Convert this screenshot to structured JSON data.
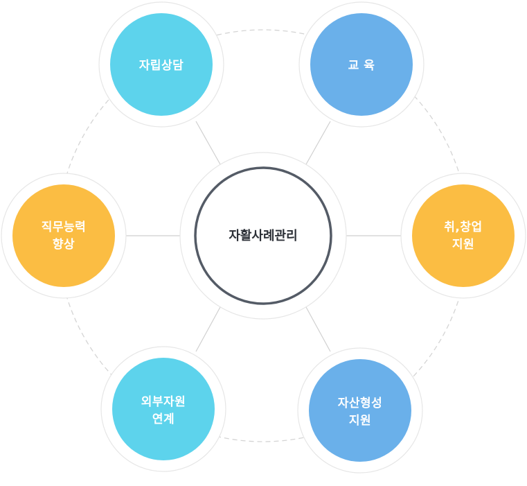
{
  "center": {
    "label": "자활사례관리"
  },
  "nodes": [
    {
      "key": "counsel",
      "lines": [
        "자립상담"
      ],
      "color": "#5dd3ec"
    },
    {
      "key": "education",
      "lines": [
        "교 육"
      ],
      "color": "#6ab0ea"
    },
    {
      "key": "employment",
      "lines": [
        "취,창업",
        "지원"
      ],
      "color": "#fbbd43"
    },
    {
      "key": "asset",
      "lines": [
        "자산형성",
        "지원"
      ],
      "color": "#6ab0ea"
    },
    {
      "key": "linkage",
      "lines": [
        "외부자원",
        "연계"
      ],
      "color": "#5dd3ec"
    },
    {
      "key": "competency",
      "lines": [
        "직무능력",
        "향상"
      ],
      "color": "#fbbd43"
    }
  ],
  "colors": {
    "ring": "#e6e6e6",
    "connector": "#cfcfcf",
    "dashed_circle": "#d4d4d4",
    "center_border": "#545b66"
  }
}
